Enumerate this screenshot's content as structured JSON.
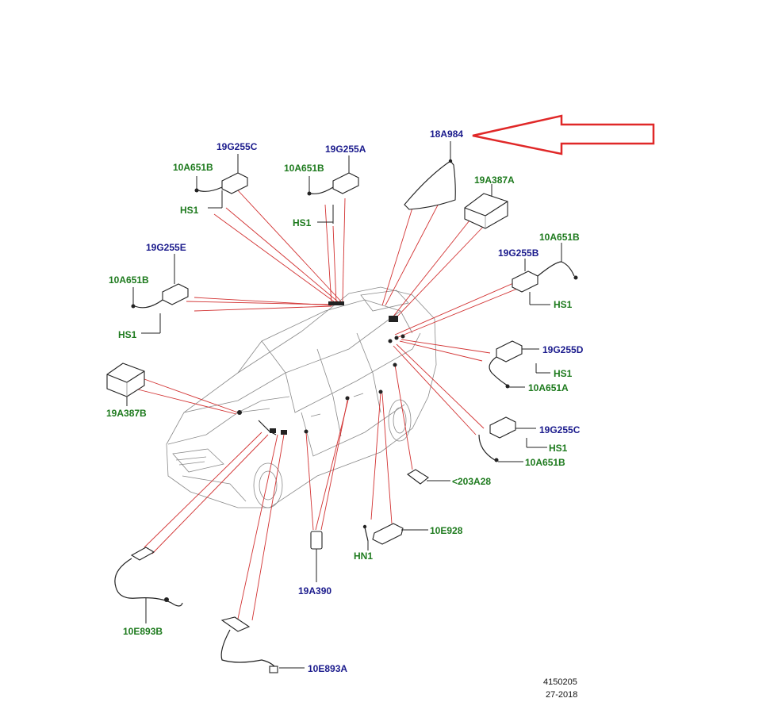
{
  "colors": {
    "part_blue": "#1a1a8c",
    "part_green": "#1d7a1d",
    "callout_red": "#d23232",
    "arrow_red": "#e02828"
  },
  "labels": {
    "p18A984": "18A984",
    "p19G255C_top": "19G255C",
    "p19G255A": "19G255A",
    "p10A651B_1": "10A651B",
    "p10A651B_2": "10A651B",
    "hs1_1": "HS1",
    "hs1_2": "HS1",
    "p19A387A": "19A387A",
    "p10A651B_right": "10A651B",
    "p19G255B": "19G255B",
    "hs1_right": "HS1",
    "p19G255E": "19G255E",
    "p10A651B_left": "10A651B",
    "hs1_left": "HS1",
    "p19G255D": "19G255D",
    "hs1_d": "HS1",
    "p10A651A": "10A651A",
    "p19A387B": "19A387B",
    "p19G255C_low": "19G255C",
    "hs1_c": "HS1",
    "p10A651B_c": "10A651B",
    "p203A28": "<203A28",
    "p10E928": "10E928",
    "hn1": "HN1",
    "p19A390": "19A390",
    "p10E893B": "10E893B",
    "p10E893A": "10E893A"
  },
  "reference": {
    "code": "4150205",
    "date": "27-2018"
  },
  "icons": [
    "red-arrow-icon"
  ]
}
